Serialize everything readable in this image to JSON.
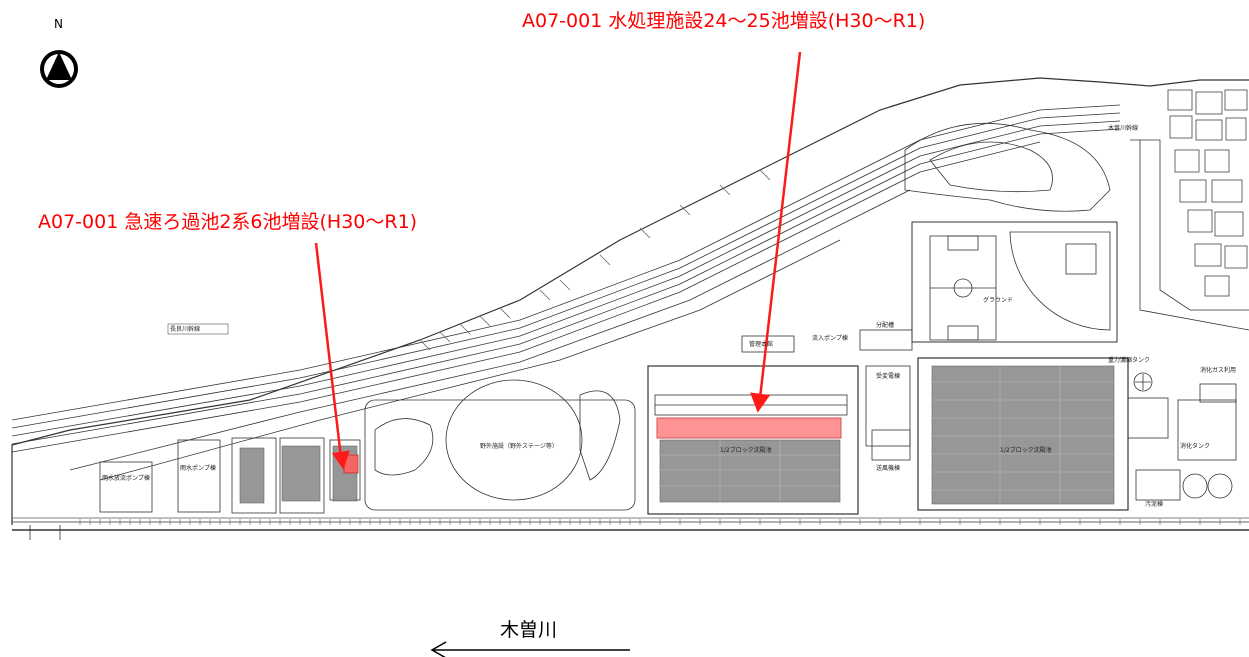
{
  "annotations": {
    "water_treatment": "A07-001  水処理施設24～25池増設(H30～R1)",
    "rapid_filter": "A07-001  急速ろ過池2系6池増設(H30～R1)"
  },
  "compass": {
    "letter": "N",
    "icon": "north-arrow-icon"
  },
  "river": {
    "name": "木曽川",
    "arrow_icon": "left-arrow-icon"
  },
  "map_labels": {
    "main_line": "長良川幹線",
    "ground": "グラウンド",
    "kisogawa_line": "木曽川幹線",
    "inflow_pump": "流入ポンプ棟",
    "distribution": "分配槽",
    "substation": "受変電棟",
    "blower": "送風機棟",
    "open_stage": "野外施設（野外ステージ等）",
    "management": "管理本館",
    "rain_pump": "雨水ポンプ棟",
    "rain_discharge": "雨水放流ポンプ棟",
    "sludge": "汚泥棟",
    "digester": "消化タンク",
    "gas_use": "消化ガス利用",
    "gravity_tank": "重力濃縮タンク",
    "settling_1": "1/2ブロック沈殿池",
    "settling_2": "1/2ブロック沈殿池"
  },
  "colors": {
    "annotation": "#ff0000",
    "highlight": "#ff8080",
    "gray_fill": "#8c8c8c"
  }
}
